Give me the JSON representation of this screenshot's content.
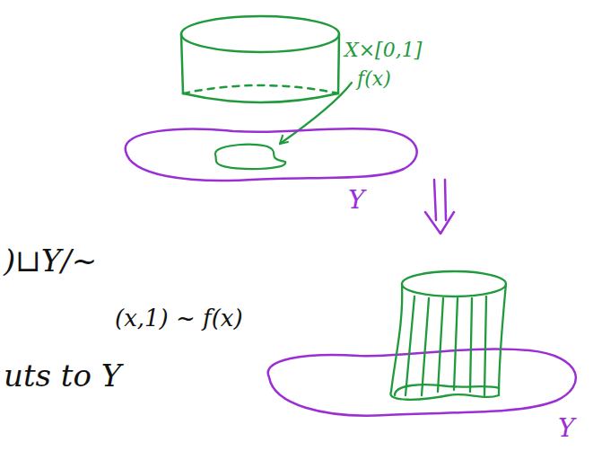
{
  "diagram": {
    "labels": [
      "X×[0,1]",
      "f(x)",
      "Y",
      ")⊔Y/~",
      "(x,1) ~ f(x)",
      "uts to Y",
      "Y"
    ]
  }
}
